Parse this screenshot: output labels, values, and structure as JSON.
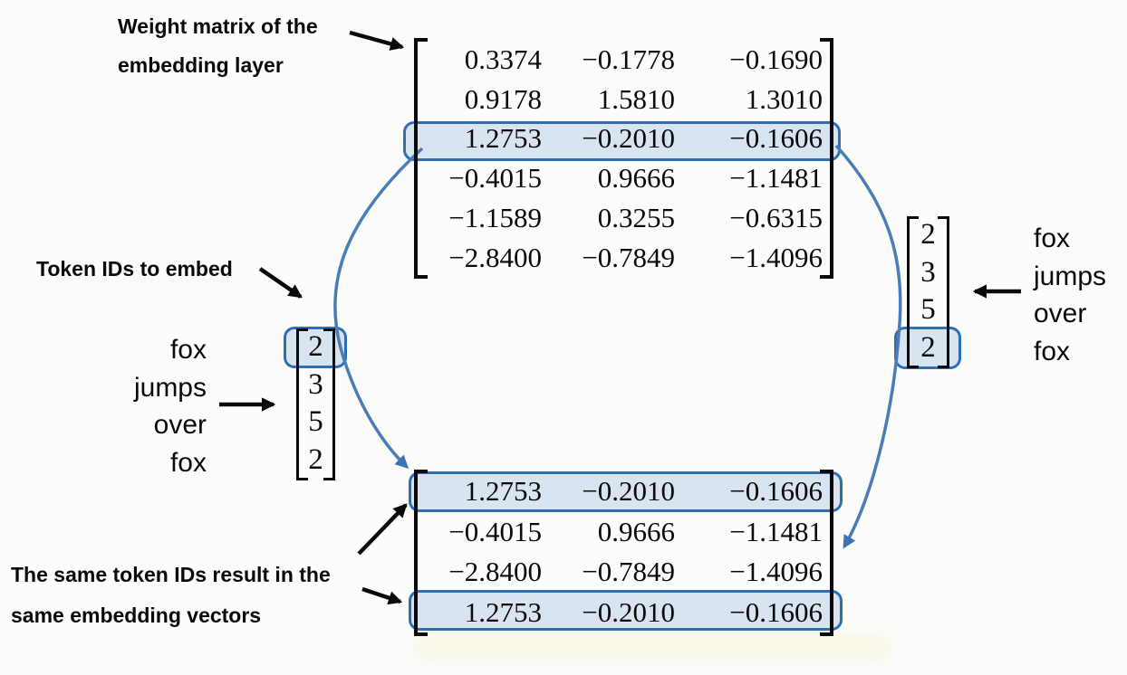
{
  "colors": {
    "background": "#fcfcfb",
    "highlight_fill": "#d9e4f1",
    "highlight_border": "#2e6fb4",
    "curve_blue": "#4a7db8",
    "arrow_black": "#0a0a0a"
  },
  "labels": {
    "weight_matrix": {
      "line1": "Weight matrix of the",
      "line2": "embedding layer"
    },
    "token_ids": "Token IDs to embed",
    "same_tokens": {
      "line1": "The same token IDs result in the",
      "line2": "same embedding vectors"
    }
  },
  "weight_matrix": {
    "rows": [
      [
        "0.3374",
        "−0.1778",
        "−0.1690"
      ],
      [
        "0.9178",
        "1.5810",
        "1.3010"
      ],
      [
        "1.2753",
        "−0.2010",
        "−0.1606"
      ],
      [
        "−0.4015",
        "0.9666",
        "−1.1481"
      ],
      [
        "−1.1589",
        "0.3255",
        "−0.6315"
      ],
      [
        "−2.8400",
        "−0.7849",
        "−1.4096"
      ]
    ],
    "highlighted_row_index": 2
  },
  "token_id_vector": {
    "values": [
      "2",
      "3",
      "5",
      "2"
    ],
    "left_copy_highlight_index": 0,
    "right_copy_highlight_index": 3
  },
  "token_words": [
    "fox",
    "jumps",
    "over",
    "fox"
  ],
  "embedding_matrix": {
    "rows": [
      [
        "1.2753",
        "−0.2010",
        "−0.1606"
      ],
      [
        "−0.4015",
        "0.9666",
        "−1.1481"
      ],
      [
        "−2.8400",
        "−0.7849",
        "−1.4096"
      ],
      [
        "1.2753",
        "−0.2010",
        "−0.1606"
      ]
    ],
    "highlighted_row_indexes": [
      0,
      3
    ]
  }
}
